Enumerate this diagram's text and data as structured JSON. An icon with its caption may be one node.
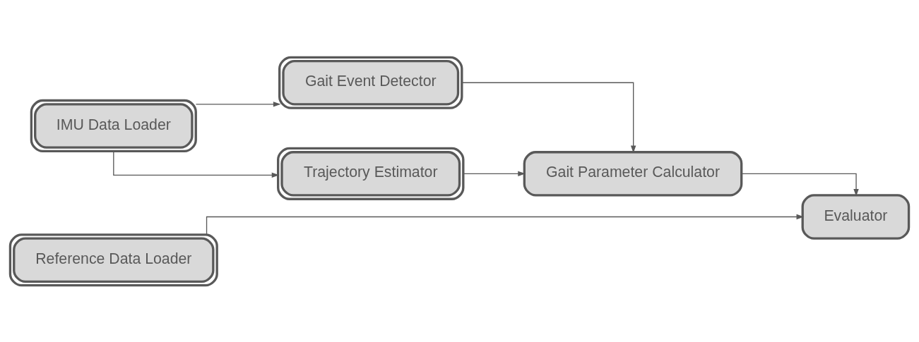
{
  "diagram": {
    "nodes": [
      {
        "text": [
          "IMU Data Loader"
        ]
      },
      {
        "text": [
          "Gait Event Detector"
        ]
      },
      {
        "text": [
          "Trajectory Estimator"
        ]
      },
      {
        "text": [
          "Reference Data Loader"
        ]
      },
      {
        "text": [
          "Gait Parameter Calculator"
        ]
      },
      {
        "text": [
          "Evaluator"
        ]
      }
    ],
    "edges": [
      {
        "from": 0,
        "to": 1,
        "arrow": "to"
      },
      {
        "from": 0,
        "to": 2,
        "arrow": "to"
      },
      {
        "from": 1,
        "to": 4,
        "arrow": "to"
      },
      {
        "from": 2,
        "to": 4,
        "arrow": "to"
      },
      {
        "from": 4,
        "to": 5,
        "arrow": "to"
      },
      {
        "from": 3,
        "to": 5,
        "arrow": "to"
      }
    ]
  }
}
